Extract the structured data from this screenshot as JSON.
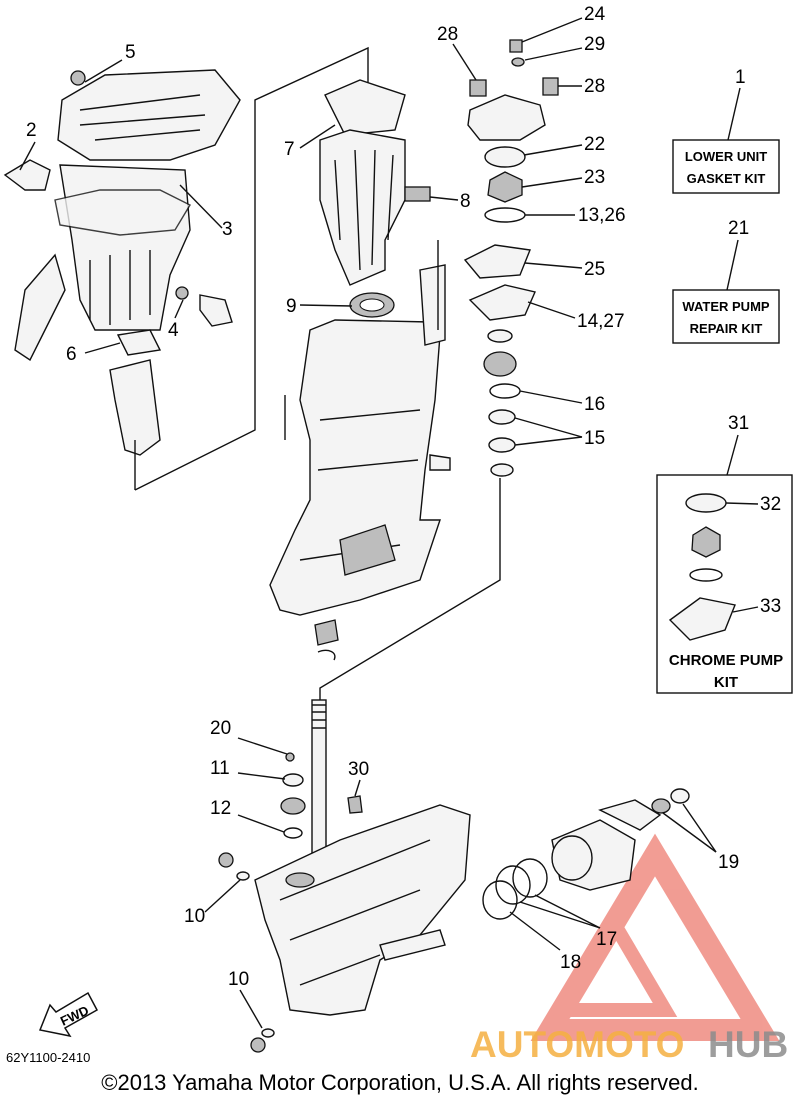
{
  "callouts": {
    "c1": "1",
    "c2": "2",
    "c3": "3",
    "c4": "4",
    "c5": "5",
    "c6": "6",
    "c7": "7",
    "c8": "8",
    "c9": "9",
    "c10a": "10",
    "c10b": "10",
    "c11": "11",
    "c12": "12",
    "c13_26": "13,26",
    "c14_27": "14,27",
    "c15": "15",
    "c16": "16",
    "c17": "17",
    "c18": "18",
    "c19": "19",
    "c20": "20",
    "c21": "21",
    "c22": "22",
    "c23": "23",
    "c24": "24",
    "c25": "25",
    "c28a": "28",
    "c28b": "28",
    "c29": "29",
    "c30": "30",
    "c31": "31",
    "c32": "32",
    "c33": "33"
  },
  "kits": {
    "lower_unit": [
      "LOWER UNIT",
      "GASKET KIT"
    ],
    "water_pump": [
      "WATER PUMP",
      "REPAIR KIT"
    ],
    "chrome_pump": [
      "CHROME PUMP",
      "KIT"
    ]
  },
  "fwd_label": "FWD",
  "diagram_code": "62Y1100-2410",
  "copyright": "©2013 Yamaha Motor Corporation, U.S.A. All rights reserved.",
  "watermark": {
    "part1": "AUTOMOTO",
    "part2": "HUB"
  },
  "colors": {
    "watermark_orange": "#f5b041",
    "watermark_gray": "#8c8c8c",
    "watermark_red": "#e74c3c"
  }
}
